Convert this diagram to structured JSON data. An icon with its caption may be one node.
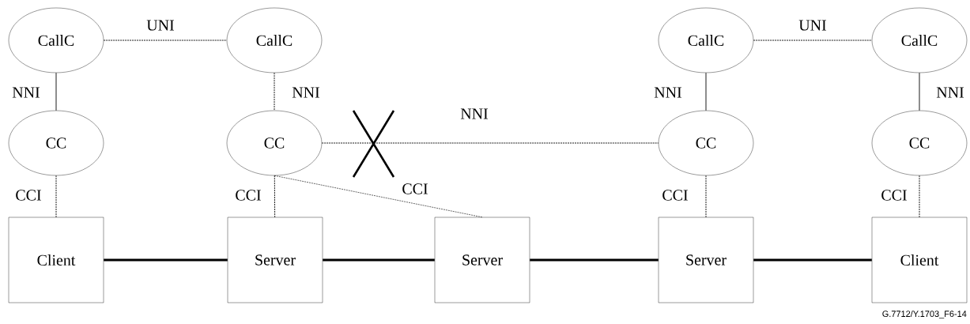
{
  "diagram": {
    "nodes": [
      {
        "text": [
          "CallC"
        ]
      },
      {
        "text": [
          "CallC"
        ]
      },
      {
        "text": [
          "CallC"
        ]
      },
      {
        "text": [
          "CallC"
        ]
      },
      {
        "text": [
          "CC"
        ]
      },
      {
        "text": [
          "CC"
        ]
      },
      {
        "text": [
          "CC"
        ]
      },
      {
        "text": [
          "CC"
        ]
      },
      {
        "text": [
          "Client"
        ]
      },
      {
        "text": [
          "Server"
        ]
      },
      {
        "text": [
          "Server"
        ]
      },
      {
        "text": [
          "Server"
        ]
      },
      {
        "text": [
          "Client"
        ]
      }
    ],
    "edges": [
      {
        "from": 0,
        "to": 1,
        "arrow": "none",
        "label": "UNI",
        "style": "dashed"
      },
      {
        "from": 2,
        "to": 3,
        "arrow": "none",
        "label": "UNI",
        "style": "dashed"
      },
      {
        "from": 0,
        "to": 4,
        "arrow": "none",
        "label": "NNI"
      },
      {
        "from": 1,
        "to": 5,
        "arrow": "none",
        "label": "NNI",
        "style": "dashed"
      },
      {
        "from": 2,
        "to": 6,
        "arrow": "none",
        "label": "NNI"
      },
      {
        "from": 3,
        "to": 7,
        "arrow": "none",
        "label": "NNI"
      },
      {
        "from": 5,
        "to": 6,
        "arrow": "none",
        "label": "NNI",
        "style": "dashed"
      },
      {
        "from": 4,
        "to": 8,
        "arrow": "none",
        "label": "CCI",
        "style": "dashed"
      },
      {
        "from": 5,
        "to": 9,
        "arrow": "none",
        "label": "CCI",
        "style": "dashed"
      },
      {
        "from": 5,
        "to": 10,
        "arrow": "none",
        "label": "CCI",
        "style": "dashed"
      },
      {
        "from": 6,
        "to": 11,
        "arrow": "none",
        "label": "CCI",
        "style": "dashed"
      },
      {
        "from": 7,
        "to": 12,
        "arrow": "none",
        "label": "CCI",
        "style": "dashed"
      },
      {
        "from": 8,
        "to": 9,
        "arrow": "none",
        "style": "thick"
      },
      {
        "from": 9,
        "to": 10,
        "arrow": "none",
        "style": "thick"
      },
      {
        "from": 10,
        "to": 11,
        "arrow": "none",
        "style": "thick"
      },
      {
        "from": 11,
        "to": 12,
        "arrow": "none",
        "style": "thick"
      }
    ],
    "labels": [
      "G.7712/Y.1703_F6-14"
    ]
  }
}
